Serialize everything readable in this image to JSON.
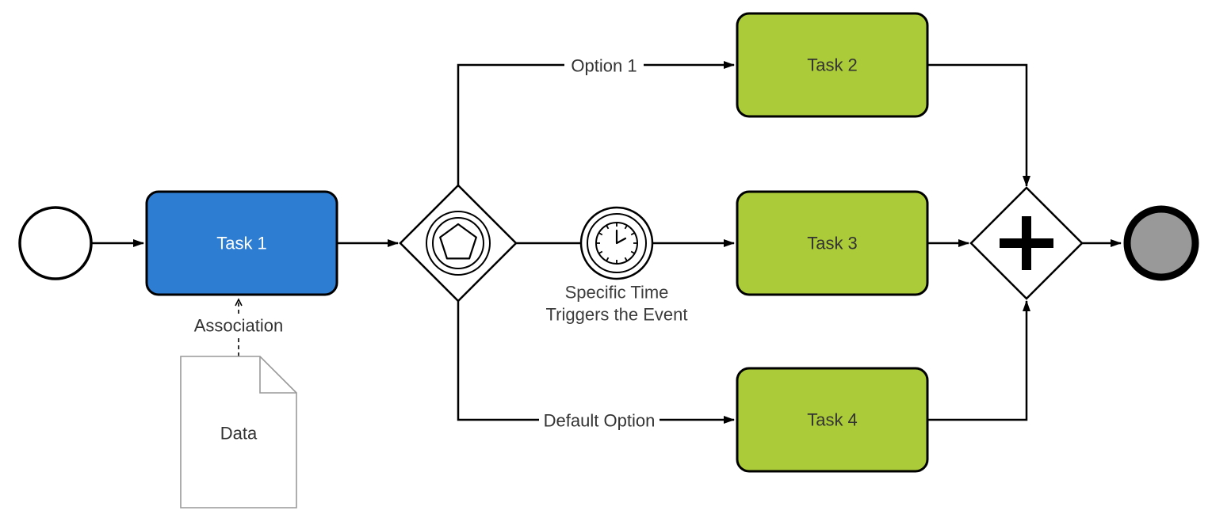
{
  "diagram": {
    "background": "#ffffff"
  },
  "nodes": {
    "task1": {
      "label": "Task 1"
    },
    "task2": {
      "label": "Task 2"
    },
    "task3": {
      "label": "Task 3"
    },
    "task4": {
      "label": "Task 4"
    },
    "data_object": {
      "label": "Data"
    }
  },
  "edge_labels": {
    "option1": "Option 1",
    "default_option": "Default Option",
    "association": "Association"
  },
  "timer_event": {
    "caption_line1": "Specific Time",
    "caption_line2": "Triggers the Event"
  },
  "colors": {
    "task1_fill": "#2D7DD2",
    "green_task_fill": "#ABCB38",
    "end_event_fill": "#999999",
    "shape_stroke": "#000000",
    "data_object_stroke": "#999999"
  }
}
